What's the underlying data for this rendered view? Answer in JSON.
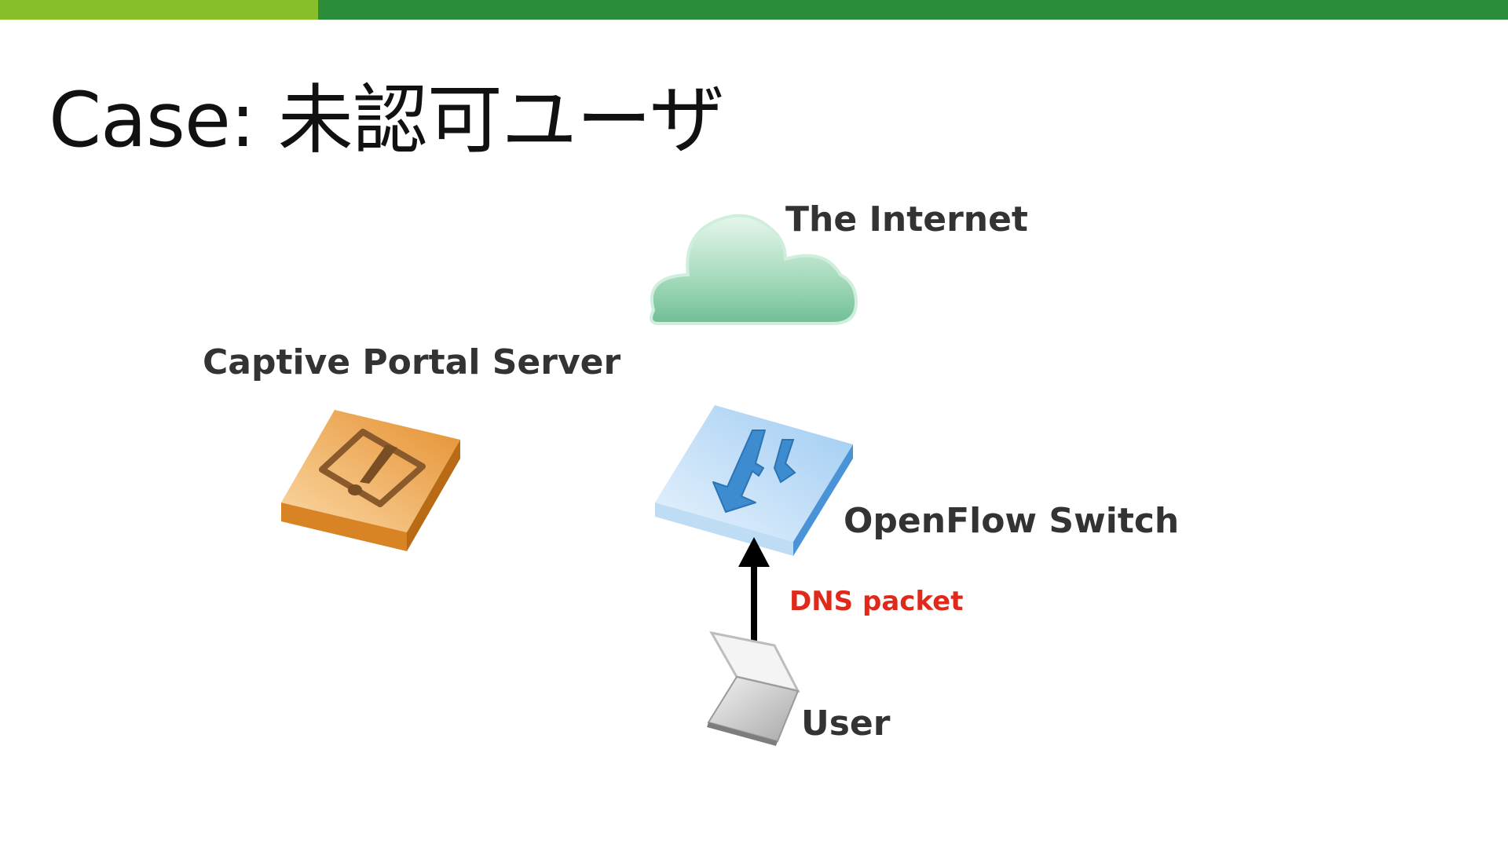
{
  "slide": {
    "title": "Case: 未認可ユーザ",
    "accent_colors": {
      "bar_left": "#86bf2a",
      "bar_right": "#2b8c3a"
    }
  },
  "nodes": {
    "internet": {
      "label": "The Internet",
      "icon": "cloud-icon"
    },
    "portal": {
      "label": "Captive Portal Server",
      "icon": "warning-server-icon"
    },
    "switch": {
      "label": "OpenFlow Switch",
      "icon": "openflow-switch-icon"
    },
    "user": {
      "label": "User",
      "icon": "laptop-icon"
    }
  },
  "edges": [
    {
      "from": "user",
      "to": "switch",
      "label": "DNS packet",
      "color": "#e0291a"
    }
  ]
}
